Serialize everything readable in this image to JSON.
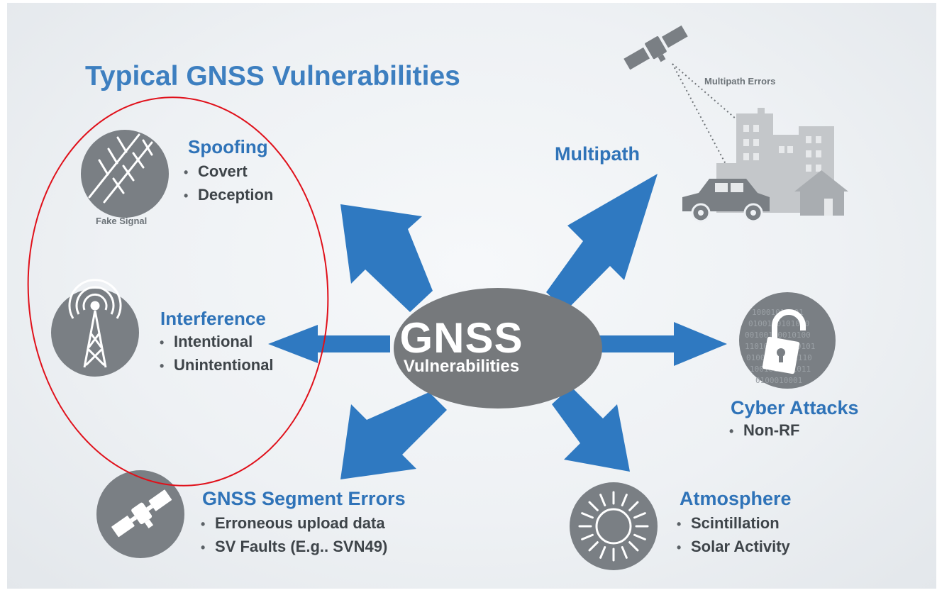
{
  "title": "Typical GNSS Vulnerabilities",
  "center": {
    "main": "GNSS",
    "sub": "Vulnerabilities"
  },
  "nodes": {
    "spoofing": {
      "heading": "Spoofing",
      "items": [
        "Covert",
        "Deception"
      ],
      "icon_caption": "Fake Signal",
      "icon": "fake-signal-icon"
    },
    "interference": {
      "heading": "Interference",
      "items": [
        "Intentional",
        "Unintentional"
      ],
      "icon": "radio-tower-icon"
    },
    "segment": {
      "heading": "GNSS Segment Errors",
      "items": [
        "Erroneous upload data",
        "SV Faults (E.g.. SVN49)"
      ],
      "icon": "satellite-icon"
    },
    "multipath": {
      "heading": "Multipath",
      "illustration_caption": "Multipath Errors",
      "icon": "multipath-scene-icon"
    },
    "cyber": {
      "heading": "Cyber Attacks",
      "items": [
        "Non-RF"
      ],
      "icon": "unlocked-padlock-icon"
    },
    "atmosphere": {
      "heading": "Atmosphere",
      "items": [
        "Scintillation",
        "Solar Activity"
      ],
      "icon": "sun-icon"
    }
  },
  "colors": {
    "heading_blue": "#2f73b8",
    "arrow_blue": "#2f79c1",
    "icon_gray": "#7a7f84",
    "highlight_red": "#e0101a"
  }
}
